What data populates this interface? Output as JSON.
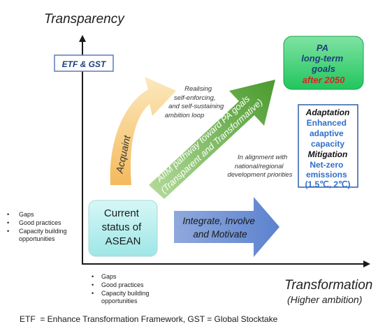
{
  "axes": {
    "y_label": "Transparency",
    "x_label": "Transformation",
    "x_sublabel": "(Higher ambition)"
  },
  "etf_box": {
    "label": "ETF & GST"
  },
  "current_status": {
    "lines": [
      "Current",
      "status of",
      "ASEAN"
    ]
  },
  "acquaint_arrow": {
    "label": "Acquaint"
  },
  "aiim_arrow": {
    "lines": [
      "AIIM pathway toward PA goals",
      "(Transparent and Transformative)"
    ]
  },
  "integrate_arrow": {
    "lines": [
      "Integrate, Involve",
      "and Motivate"
    ]
  },
  "realising_note": {
    "lines": [
      "Realising",
      "self-enforcing,",
      "and self-sustaining",
      "ambition loop"
    ]
  },
  "alignment_note": {
    "lines": [
      "In alignment with",
      "national/regional",
      "development priorities"
    ]
  },
  "pa_goals": {
    "lines": [
      "PA",
      "long-term",
      "goals"
    ],
    "highlight": "after 2050"
  },
  "outcomes": {
    "adaptation_heading": "Adaptation",
    "adaptation_lines": [
      "Enhanced",
      "adaptive",
      "capacity"
    ],
    "mitigation_heading": "Mitigation",
    "mitigation_lines": [
      "Net-zero",
      "emissions",
      "(1.5℃, 2℃)"
    ]
  },
  "left_bullets": [
    "Gaps",
    "Good practices",
    "Capacity building",
    "opportunities"
  ],
  "bottom_bullets": [
    "Gaps",
    "Good practices",
    "Capacity building",
    "opportunities"
  ],
  "footnote": "ETF  = Enhance Transformation Framework, GST = Global Stocktake",
  "colors": {
    "axis": "#1a1a1a",
    "teal_box": "#b6eeee",
    "green_box": "#2ecc71",
    "orange_arrow": "#f6c56b",
    "green_arrow": "#63a845",
    "blue_arrow": "#7b9bd6",
    "red_text": "#e02020",
    "blue_text": "#2f6fc9",
    "outcome_border": "#2e5fa8"
  }
}
